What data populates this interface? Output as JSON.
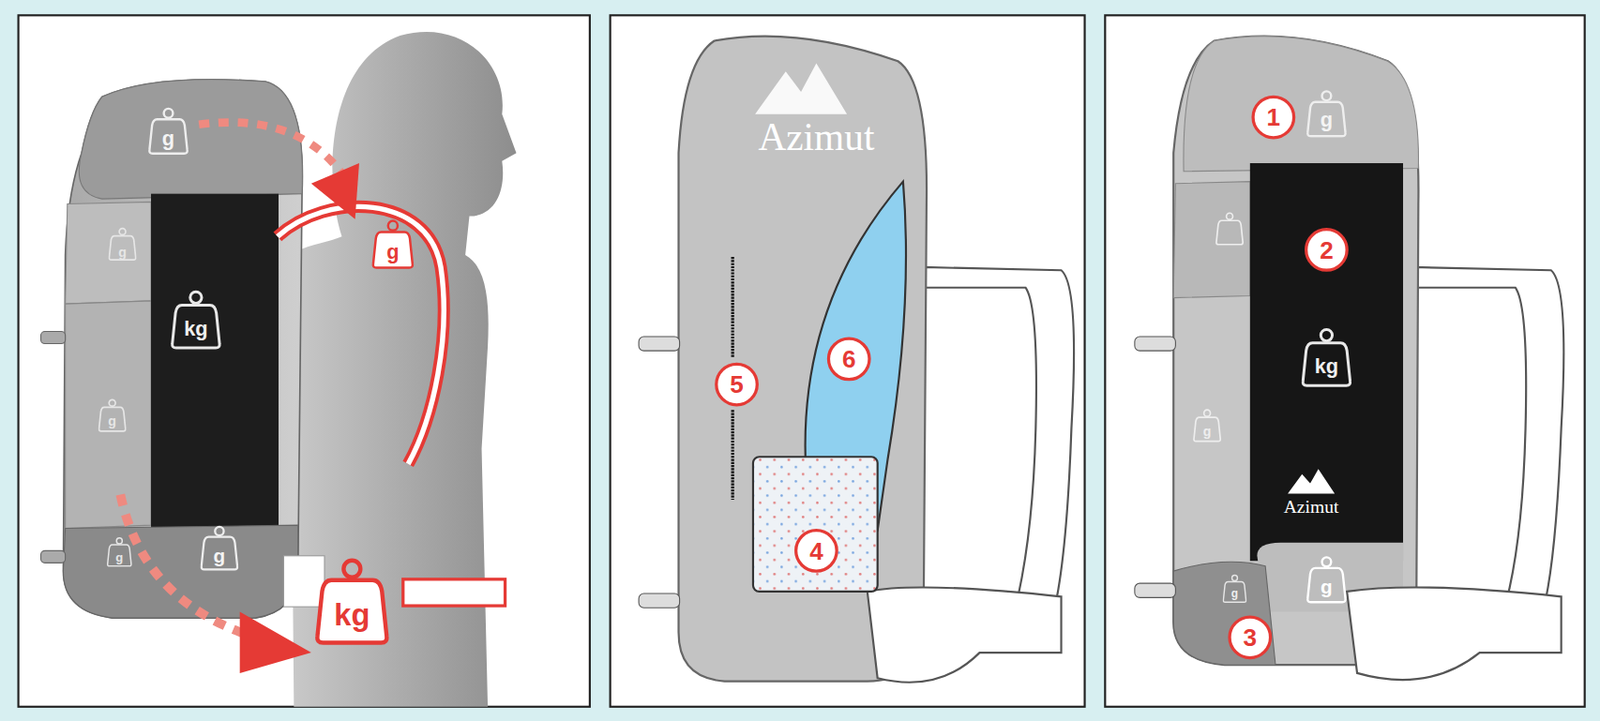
{
  "diagram": {
    "labels": [
      "g",
      "g",
      "kg",
      "g",
      "g",
      "g",
      "g",
      "kg",
      "Azimut",
      "5",
      "6",
      "4",
      "1",
      "g",
      "2",
      "kg",
      "g",
      "Azimut",
      "g",
      "g",
      "3"
    ]
  }
}
